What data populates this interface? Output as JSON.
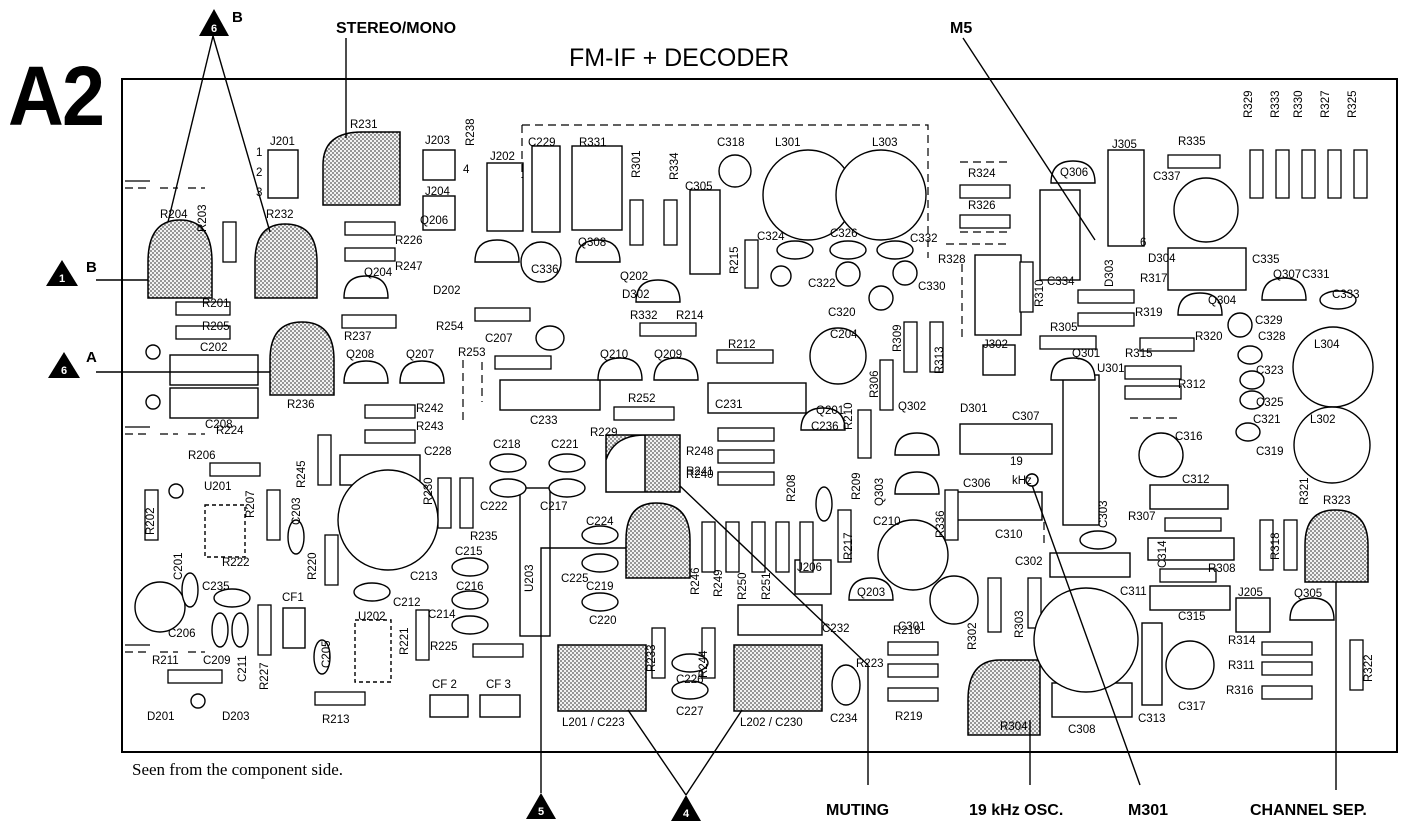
{
  "page": {
    "badge": "A2",
    "title": "FM-IF + DECODER",
    "caption": "Seen from the component side."
  },
  "callouts": {
    "stereo_mono": "STEREO/MONO",
    "m5": "M5",
    "muting": "MUTING",
    "osc": "19 kHz OSC.",
    "m301": "M301",
    "channel_sep": "CHANNEL SEP."
  },
  "markers": [
    {
      "num": "6",
      "letter": "B"
    },
    {
      "num": "1",
      "letter": "B"
    },
    {
      "num": "6",
      "letter": "A"
    },
    {
      "num": "5",
      "letter": ""
    },
    {
      "num": "4",
      "letter": ""
    }
  ],
  "labels": {
    "resistors": [
      "R204",
      "R203",
      "R232",
      "R231",
      "R238",
      "R226",
      "R247",
      "R201",
      "R205",
      "R237",
      "R254",
      "R236",
      "R242",
      "R243",
      "R224",
      "R206",
      "R245",
      "R230",
      "R235",
      "R202",
      "R207",
      "R222",
      "R220",
      "R227",
      "R211",
      "R213",
      "R221",
      "R225",
      "R331",
      "R301",
      "R334",
      "R215",
      "R332",
      "R214",
      "R212",
      "R253",
      "R252",
      "R229",
      "R248",
      "R240",
      "R241",
      "R246",
      "R249",
      "R250",
      "R251",
      "R233",
      "R244",
      "R208",
      "R209",
      "R210",
      "R217",
      "R223",
      "R218",
      "R219",
      "R306",
      "R309",
      "R313",
      "R336",
      "R302",
      "R303",
      "R304",
      "R324",
      "R326",
      "R328",
      "R310",
      "R317",
      "R319",
      "R305",
      "R315",
      "R312",
      "R320",
      "R335",
      "R329",
      "R333",
      "R330",
      "R327",
      "R325",
      "R307",
      "R308",
      "R318",
      "R321",
      "R323",
      "R314",
      "R311",
      "R316",
      "R322"
    ],
    "capacitors": [
      "C202",
      "C208",
      "C228",
      "C203",
      "C201",
      "C235",
      "C206",
      "C211",
      "C209",
      "C205",
      "C212",
      "C214",
      "C213",
      "C215",
      "C216",
      "C218",
      "C221",
      "C222",
      "C217",
      "C224",
      "C225",
      "C219",
      "C220",
      "C226",
      "C227",
      "C229",
      "C318",
      "C305",
      "C324",
      "C326",
      "C332",
      "C322",
      "C330",
      "C320",
      "C336",
      "C207",
      "C204",
      "C233",
      "C231",
      "C236",
      "C210",
      "C232",
      "C234",
      "C301",
      "C306",
      "C307",
      "C310",
      "C302",
      "C303",
      "C311",
      "C308",
      "C313",
      "C317",
      "C316",
      "C312",
      "C314",
      "C315",
      "C337",
      "C334",
      "C335",
      "C331",
      "C333",
      "C329",
      "C328",
      "C323",
      "C325",
      "C321",
      "C319"
    ],
    "semis": [
      "Q206",
      "Q308",
      "Q204",
      "Q208",
      "Q207",
      "Q202",
      "Q210",
      "Q209",
      "Q201",
      "Q302",
      "Q303",
      "Q203",
      "Q306",
      "Q307",
      "Q304",
      "Q301",
      "Q305",
      "D202",
      "D302",
      "D201",
      "D203",
      "D301",
      "D303",
      "D304",
      "U201",
      "U202",
      "U203",
      "U301"
    ],
    "others": [
      "J201",
      "J203",
      "J204",
      "J202",
      "J206",
      "J302",
      "J305",
      "J205",
      "L301",
      "L303",
      "L201 / C223",
      "L202 / C230",
      "L304",
      "L302",
      "CF1",
      "CF 2",
      "CF 3"
    ],
    "misc": [
      "19",
      "kHz",
      "1",
      "2",
      "3",
      "4",
      "6"
    ]
  }
}
